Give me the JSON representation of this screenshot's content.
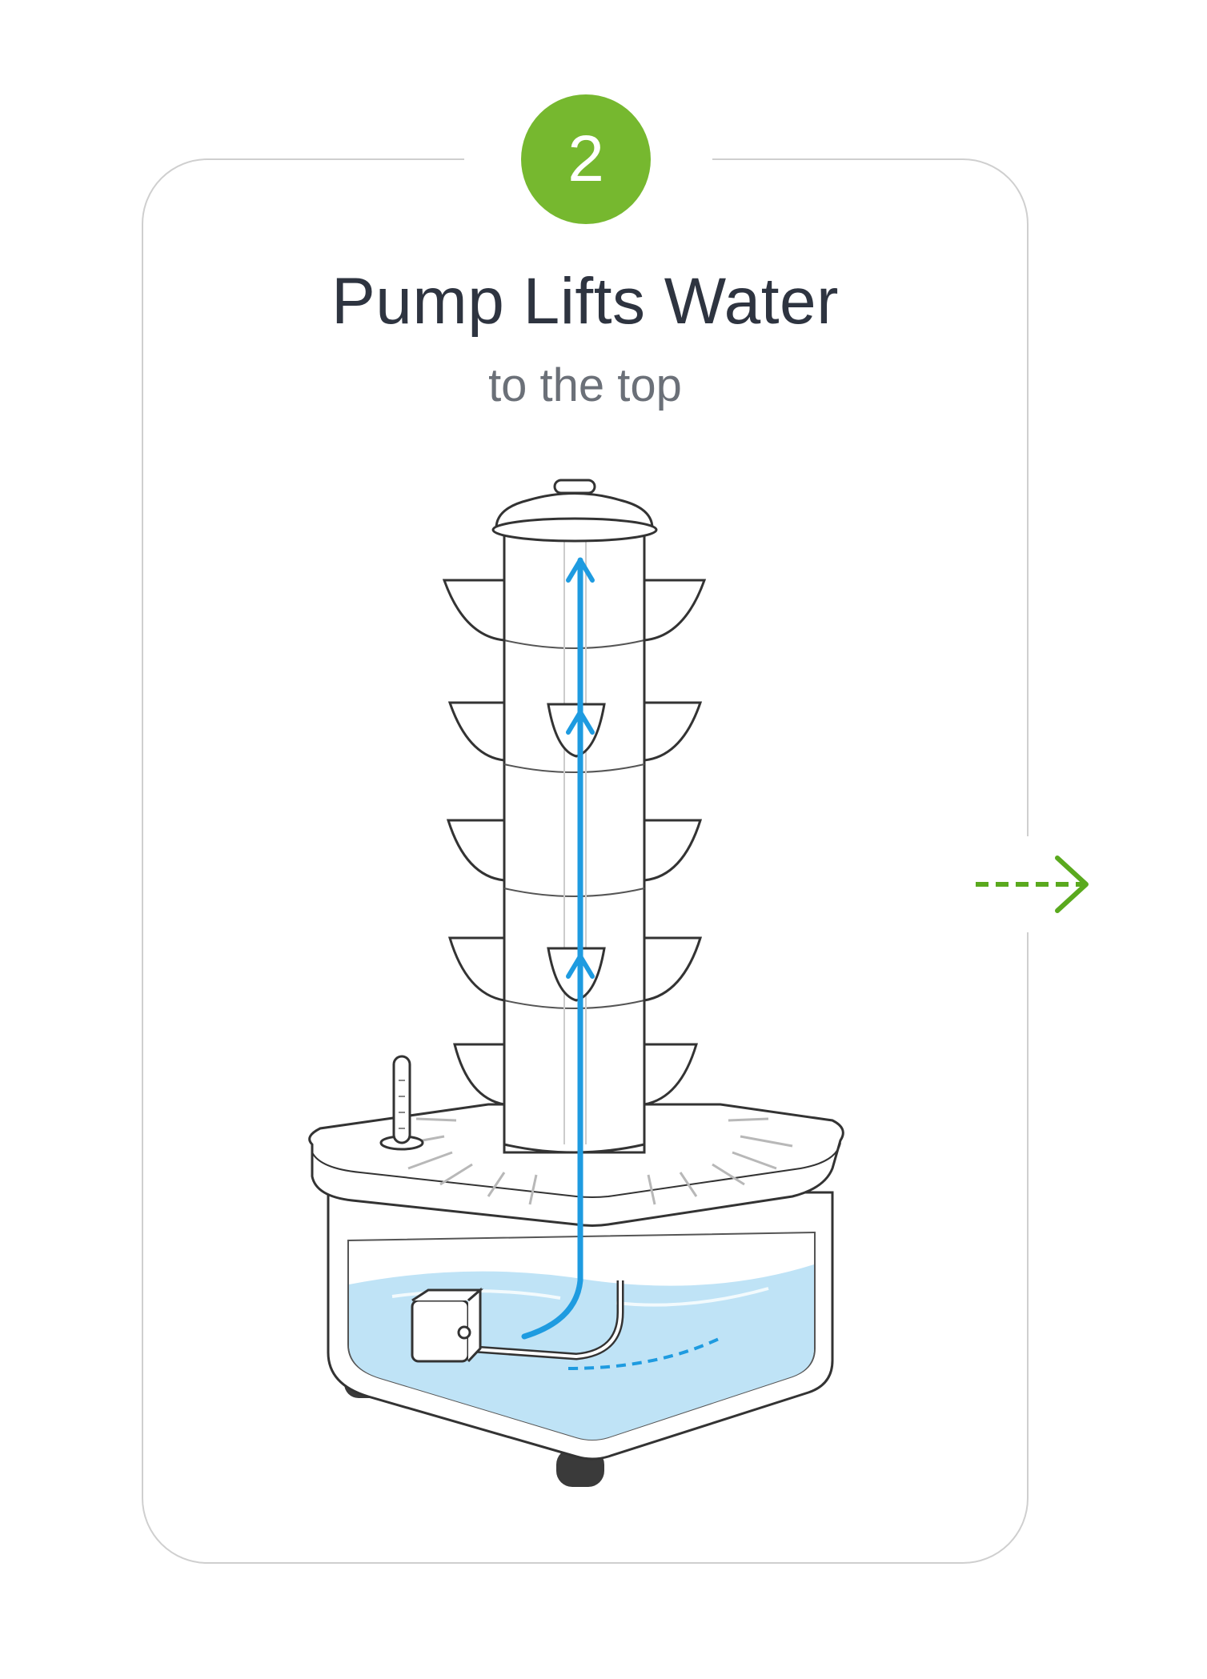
{
  "step": {
    "number": "2",
    "title": "Pump Lifts Water",
    "subtitle": "to the top"
  },
  "colors": {
    "badge": "#76b82f",
    "flow_arrows": "#1e9be0",
    "water": "#bfe3f6",
    "next_arrow": "#5aa91e",
    "card_border": "#cfcfcf"
  },
  "icons": {
    "next": "dashed-arrow-right-icon"
  }
}
